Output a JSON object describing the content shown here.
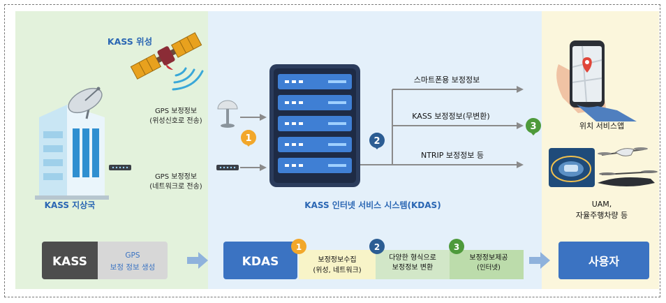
{
  "colors": {
    "zone_left": "#e3f2dc",
    "zone_mid": "#e4f0fa",
    "zone_right": "#fbf6dc",
    "kdas_blue": "#3b73c2",
    "badge_orange": "#f2a72b",
    "badge_navy": "#2c5d93",
    "badge_green": "#4e9a3b",
    "text_blue": "#2a66b3",
    "arrow_grey": "#8a8a8a"
  },
  "satellite": {
    "label": "KASS 위성"
  },
  "ground_station": {
    "label": "KASS 지상국"
  },
  "links": {
    "satellite": {
      "line1": "GPS 보정정보",
      "line2": "(위성신호로 전송)"
    },
    "network": {
      "line1": "GPS 보정정보",
      "line2": "(네트워크로 전송)"
    }
  },
  "server": {
    "label": "KASS 인터넷 서비스 시스템(KDAS)"
  },
  "outputs": [
    {
      "label": "스마트폰용 보정정보"
    },
    {
      "label": "KASS 보정정보(무변환)"
    },
    {
      "label": "NTRIP 보정정보 등"
    }
  ],
  "users": {
    "location": {
      "label": "위치 서비스앱"
    },
    "mobility": {
      "line1": "UAM,",
      "line2": "자율주행차량 등"
    }
  },
  "badges": [
    "1",
    "2",
    "3"
  ],
  "flow": {
    "kass": {
      "title": "KASS",
      "desc_line1": "GPS",
      "desc_line2": "보정 정보 생성"
    },
    "kdas": {
      "title": "KDAS"
    },
    "steps": [
      {
        "num": "1",
        "line1": "보정정보수집",
        "line2": "(위성, 네트워크)"
      },
      {
        "num": "2",
        "line1": "다양한 형식으로",
        "line2": "보정정보 변환"
      },
      {
        "num": "3",
        "line1": "보정정보제공",
        "line2": "(인터넷)"
      }
    ],
    "user": {
      "title": "사용자"
    }
  }
}
